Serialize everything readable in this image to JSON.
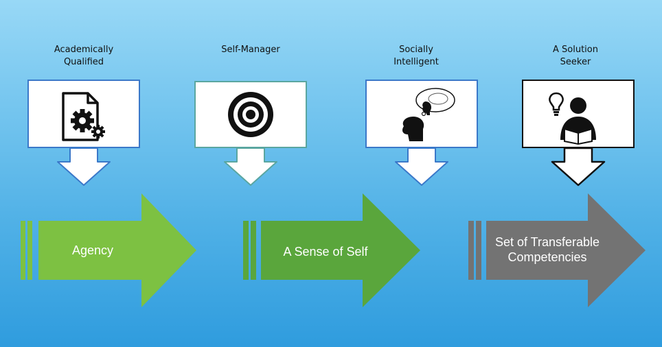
{
  "steps": [
    {
      "label": "Academically\nQualified",
      "icon": "document-gears-icon"
    },
    {
      "label": "Self-Manager",
      "icon": "target-icon"
    },
    {
      "label": "Socially\nIntelligent",
      "icon": "thinking-head-icon"
    },
    {
      "label": "A Solution\nSeeker",
      "icon": "person-lightbulb-icon"
    }
  ],
  "outcomes": [
    {
      "label": "Agency",
      "color": "#7dc142"
    },
    {
      "label": "A Sense of Self",
      "color": "#5aa63c"
    },
    {
      "label": "Set of Transferable\nCompetencies",
      "color": "#737373"
    }
  ]
}
